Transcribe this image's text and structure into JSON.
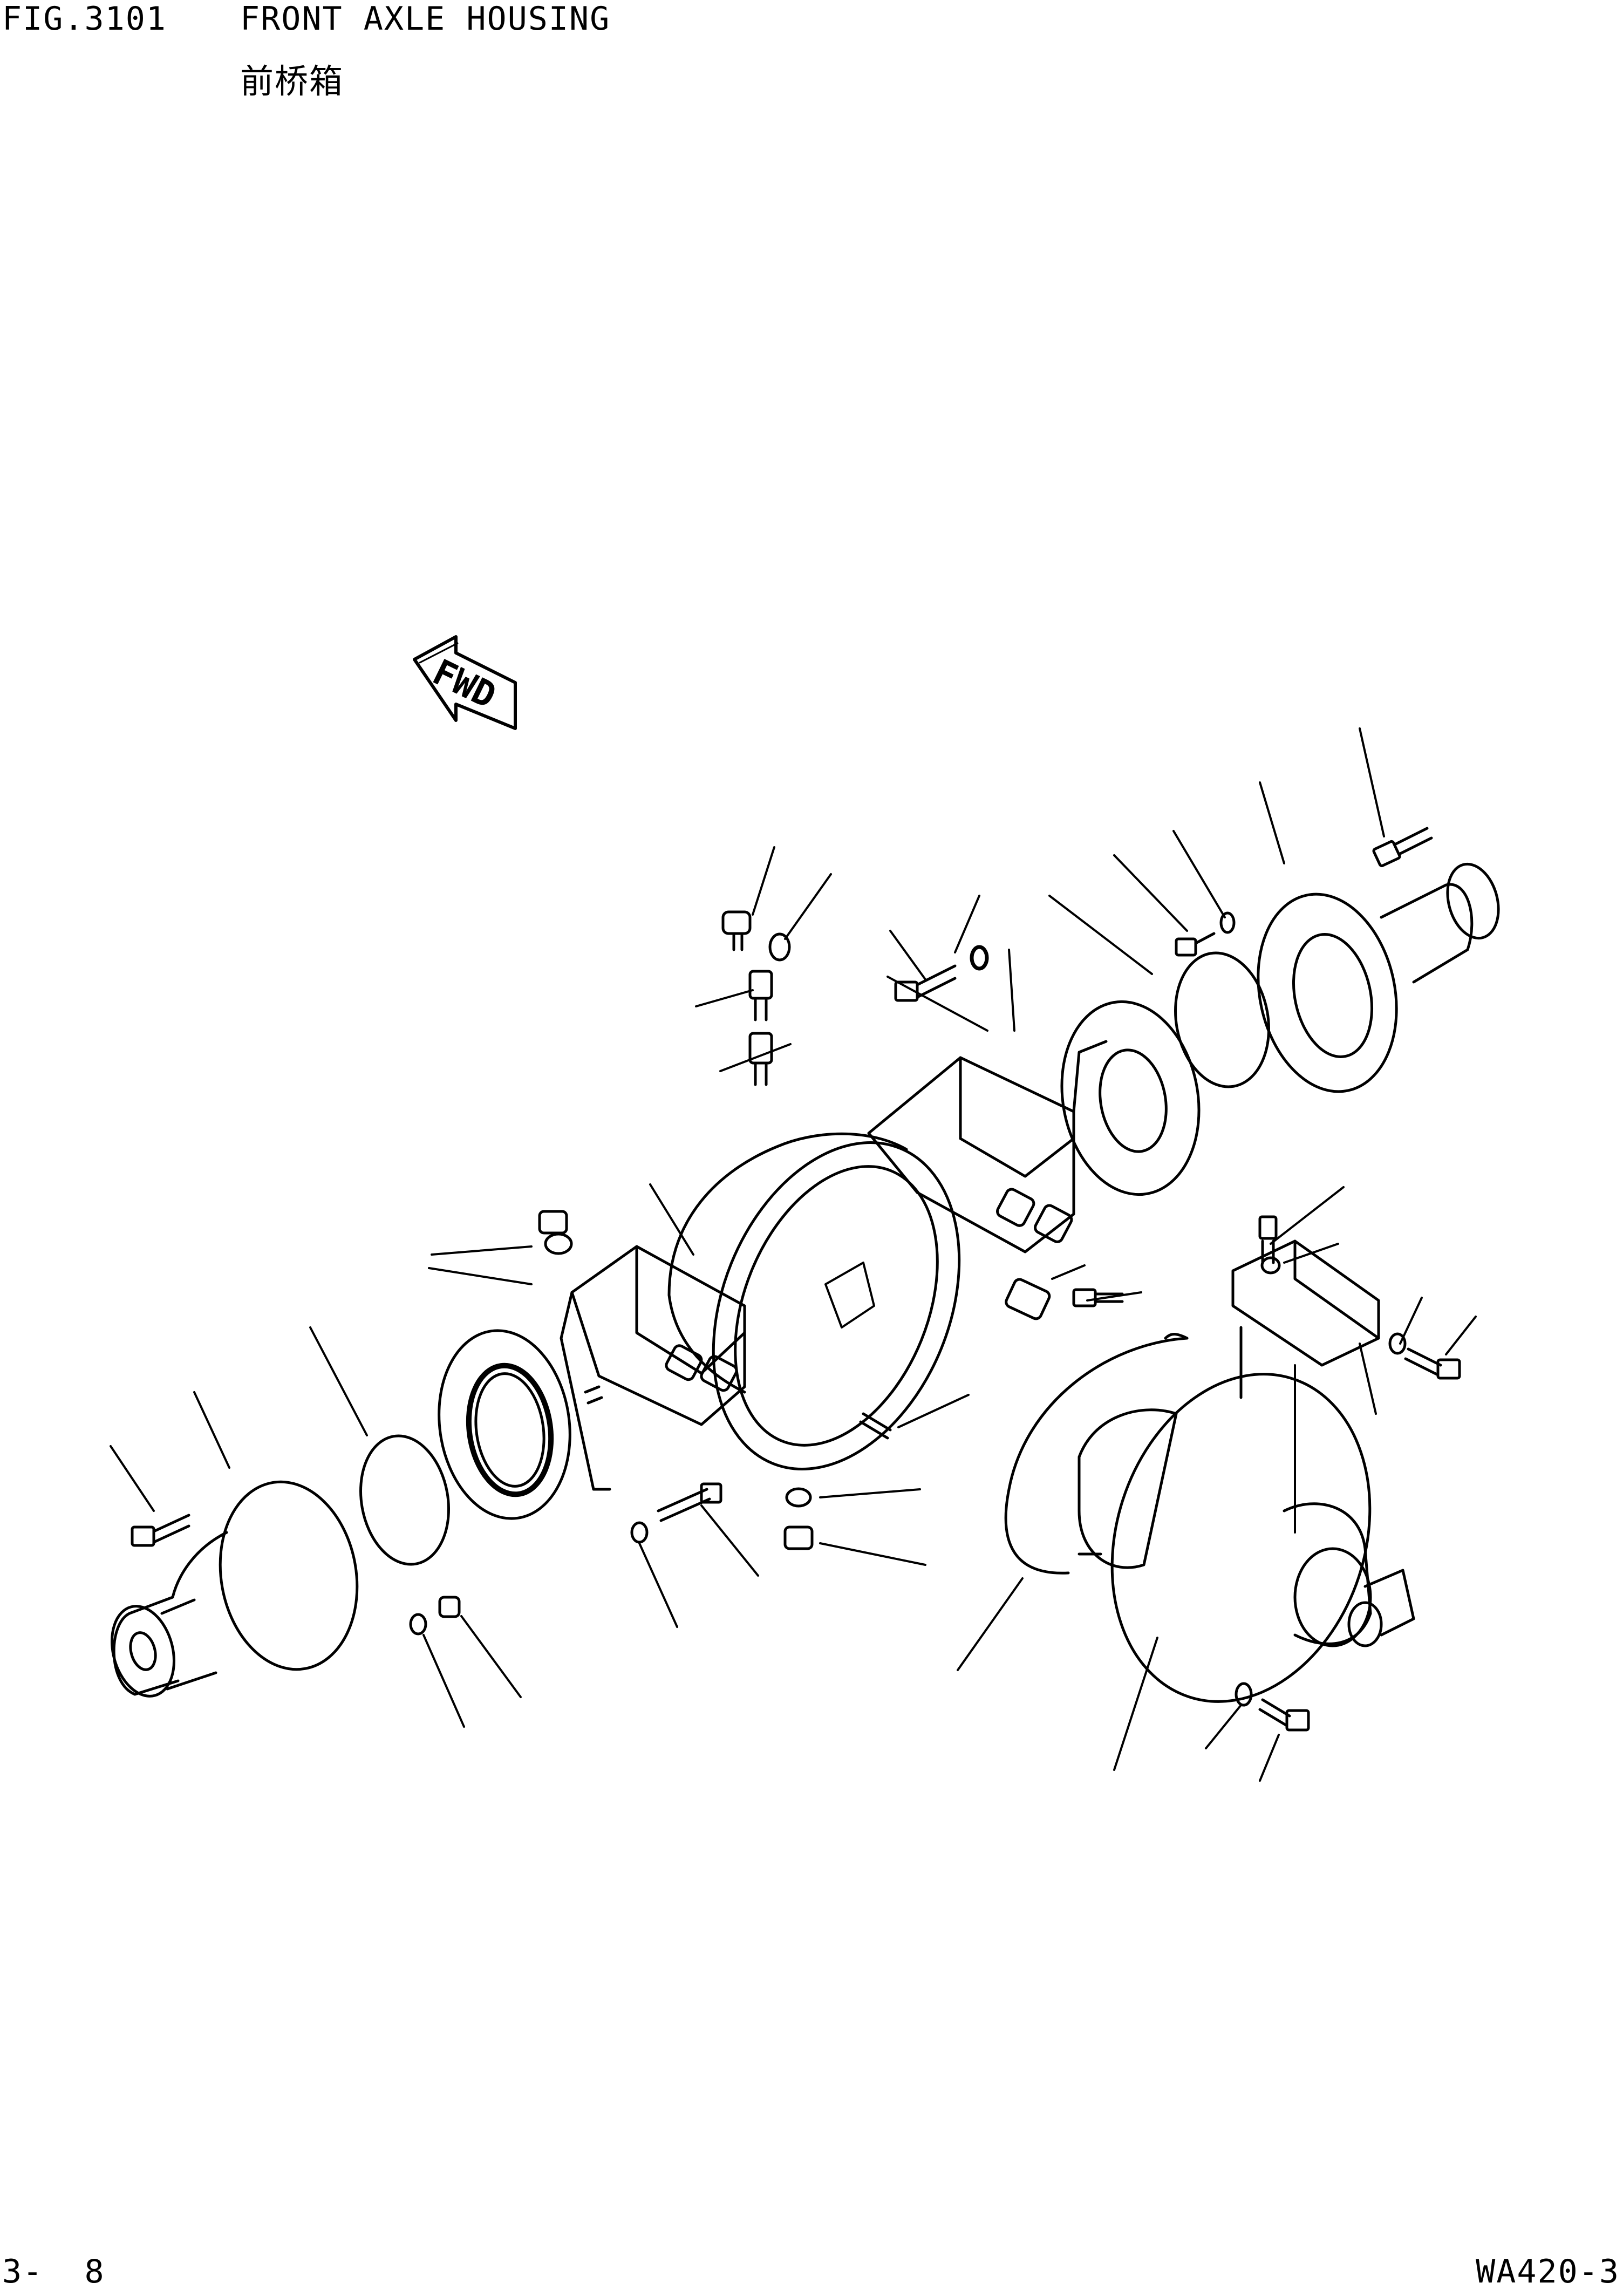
{
  "header": {
    "figure_number": "FIG.3101",
    "title": "FRONT AXLE HOUSING",
    "subtitle": "前桥箱"
  },
  "footer": {
    "page_number": "3-  8",
    "model": "WA420-3"
  },
  "diagram": {
    "fwd_arrow_label": "FWD"
  }
}
